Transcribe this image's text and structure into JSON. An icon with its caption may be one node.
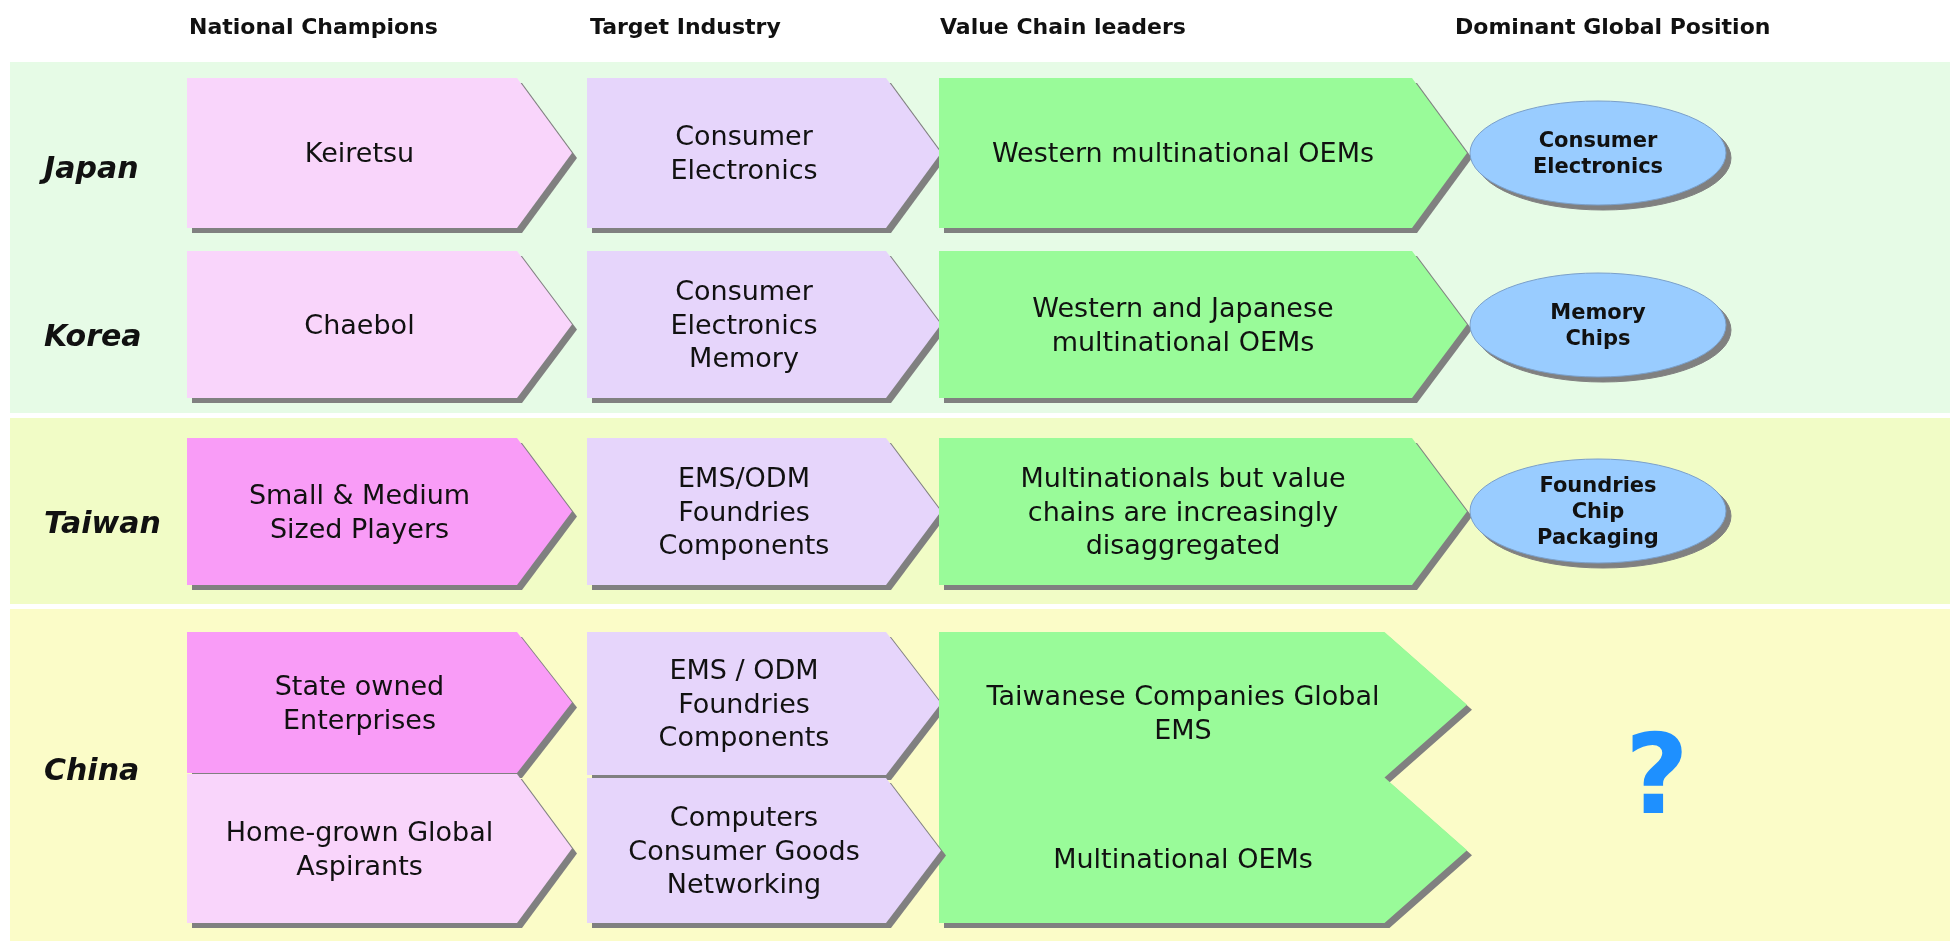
{
  "diagram": {
    "nodes": [
      {
        "text": [
          "Keiretsu"
        ]
      },
      {
        "text": [
          "Consumer Electronics"
        ]
      },
      {
        "text": [
          "Western multinational OEMs"
        ]
      },
      {
        "text": [
          "Consumer Electronics"
        ]
      },
      {
        "text": [
          "Chaebol"
        ]
      },
      {
        "text": [
          "Consumer Electronics Memory"
        ]
      },
      {
        "text": [
          "Western and Japanese multinational OEMs"
        ]
      },
      {
        "text": [
          "Memory Chips"
        ]
      },
      {
        "text": [
          "Small & Medium Sized Players"
        ]
      },
      {
        "text": [
          "EMS/ODM Foundries Components"
        ]
      },
      {
        "text": [
          "Multinationals but value chains are increasingly disaggregated"
        ]
      },
      {
        "text": [
          "Foundries Chip Packaging"
        ]
      },
      {
        "text": [
          "State owned Enterprises"
        ]
      },
      {
        "text": [
          "EMS / ODM Foundries Components"
        ]
      },
      {
        "text": [
          "Taiwanese Companies Global EMS",
          "Multinational OEMs"
        ]
      },
      {
        "text": [
          "Home-grown Global Aspirants"
        ]
      },
      {
        "text": [
          "Computers Consumer Goods Networking"
        ]
      }
    ],
    "labels": [
      "National Champions",
      "Target Industry",
      "Value Chain leaders",
      "Dominant Global Position",
      "Japan",
      "Korea",
      "Taiwan",
      "China",
      "?"
    ]
  }
}
